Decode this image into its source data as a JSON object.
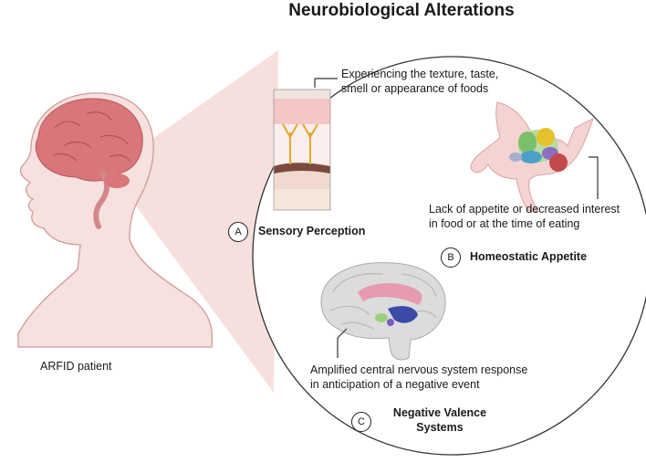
{
  "title": "Neurobiological Alterations",
  "patient_label": "ARFID patient",
  "sections": [
    {
      "badge": "A",
      "label": "Sensory Perception",
      "description_lines": [
        "Experiencing the texture, taste,",
        "smell or appearance of foods"
      ]
    },
    {
      "badge": "B",
      "label": "Homeostatic Appetite",
      "description_lines": [
        "Lack of appetite or decreased interest",
        "in food or at the time of eating"
      ]
    },
    {
      "badge": "C",
      "label_lines": [
        "Negative Valence",
        "Systems"
      ],
      "description_lines": [
        "Amplified central nervous system response",
        "in anticipation of a negative event"
      ]
    }
  ],
  "colors": {
    "skin": "#f3d9d6",
    "skin_outline": "#c98f8b",
    "brain": "#d9767a",
    "cone": "#f2d2d0",
    "circle_outline": "#333333"
  }
}
